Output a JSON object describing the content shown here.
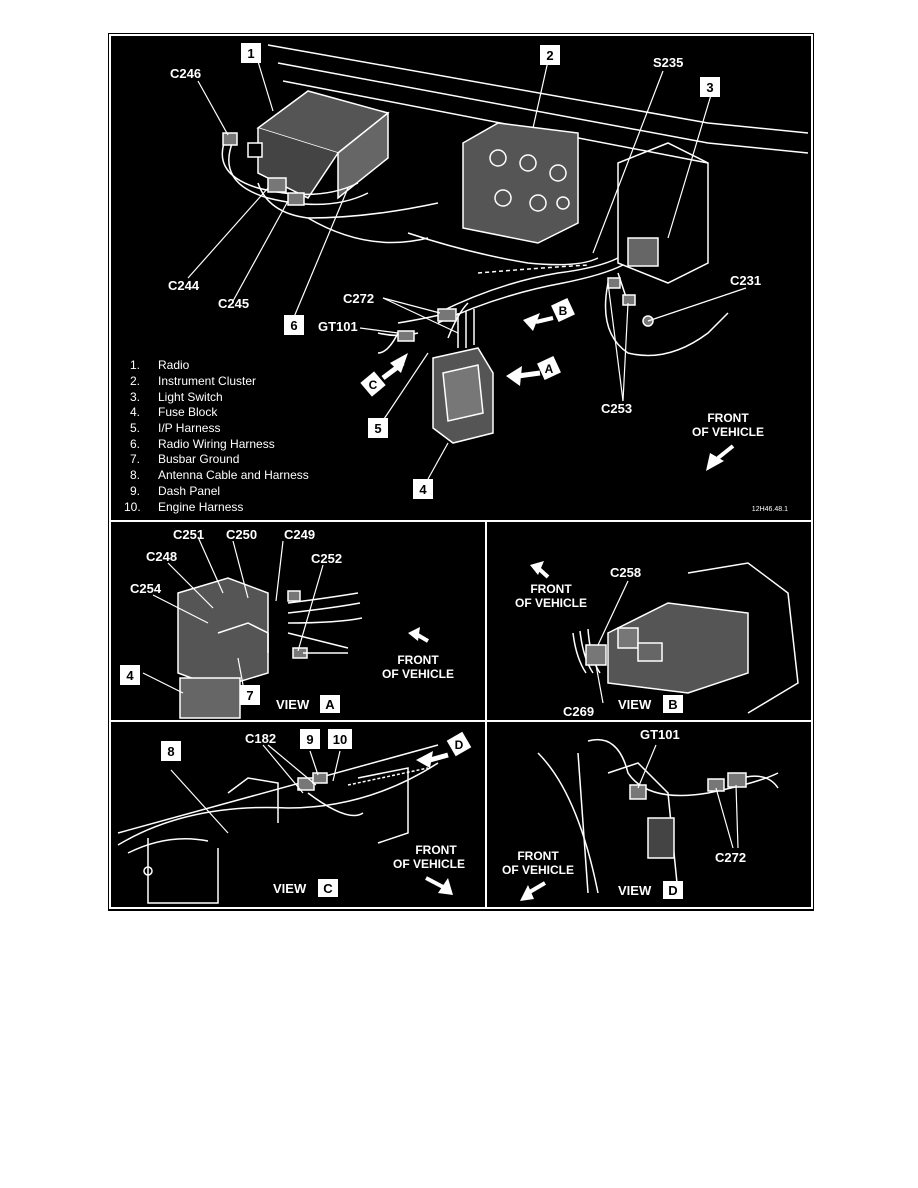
{
  "callouts": {
    "c246": "C246",
    "c244": "C244",
    "c245": "C245",
    "s235": "S235",
    "c272": "C272",
    "gt101": "GT101",
    "c231": "C231",
    "c253": "C253",
    "c251": "C251",
    "c250": "C250",
    "c249": "C249",
    "c248": "C248",
    "c252": "C252",
    "c254": "C254",
    "c258": "C258",
    "c269": "C269",
    "c182": "C182",
    "gt101_d": "GT101",
    "c272_d": "C272"
  },
  "numbers": {
    "n1": "1",
    "n2": "2",
    "n3": "3",
    "n4": "4",
    "n5": "5",
    "n6": "6",
    "n4a": "4",
    "n7": "7",
    "n8": "8",
    "n9": "9",
    "n10": "10"
  },
  "view_letters": {
    "a": "A",
    "b": "B",
    "c": "C",
    "d": "D"
  },
  "views": {
    "view_word": "VIEW",
    "a": "A",
    "b": "B",
    "c": "C",
    "d": "D"
  },
  "front_of_vehicle": {
    "line1": "FRONT",
    "line2": "OF VEHICLE"
  },
  "legend": [
    {
      "num": "1.",
      "text": "Radio"
    },
    {
      "num": "2.",
      "text": "Instrument Cluster"
    },
    {
      "num": "3.",
      "text": "Light Switch"
    },
    {
      "num": "4.",
      "text": "Fuse Block"
    },
    {
      "num": "5.",
      "text": "I/P Harness"
    },
    {
      "num": "6.",
      "text": "Radio Wiring Harness"
    },
    {
      "num": "7.",
      "text": "Busbar Ground"
    },
    {
      "num": "8.",
      "text": "Antenna Cable and Harness"
    },
    {
      "num": "9.",
      "text": "Dash Panel"
    },
    {
      "num": "10.",
      "text": "Engine Harness"
    }
  ],
  "figure_code": "12H46.48.1",
  "colors": {
    "background": "#000000",
    "foreground": "#ffffff"
  }
}
